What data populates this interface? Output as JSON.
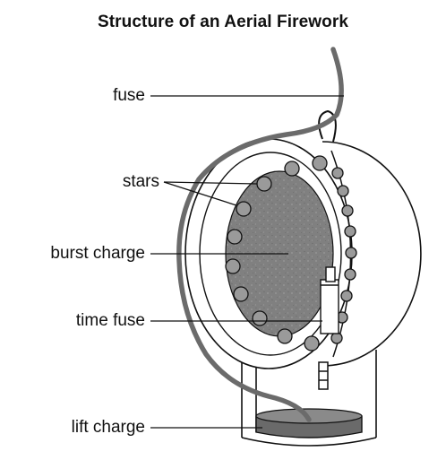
{
  "title": "Structure of an Aerial Firework",
  "labels": {
    "fuse": "fuse",
    "stars": "stars",
    "burst_charge": "burst charge",
    "time_fuse": "time fuse",
    "lift_charge": "lift charge"
  },
  "colors": {
    "line": "#111111",
    "fuse_cord": "#6b6b6b",
    "burst_charge_fill": "#7e7e7e",
    "star_fill": "#9a9a9a",
    "lift_charge_fill": "#6a6a6a"
  }
}
